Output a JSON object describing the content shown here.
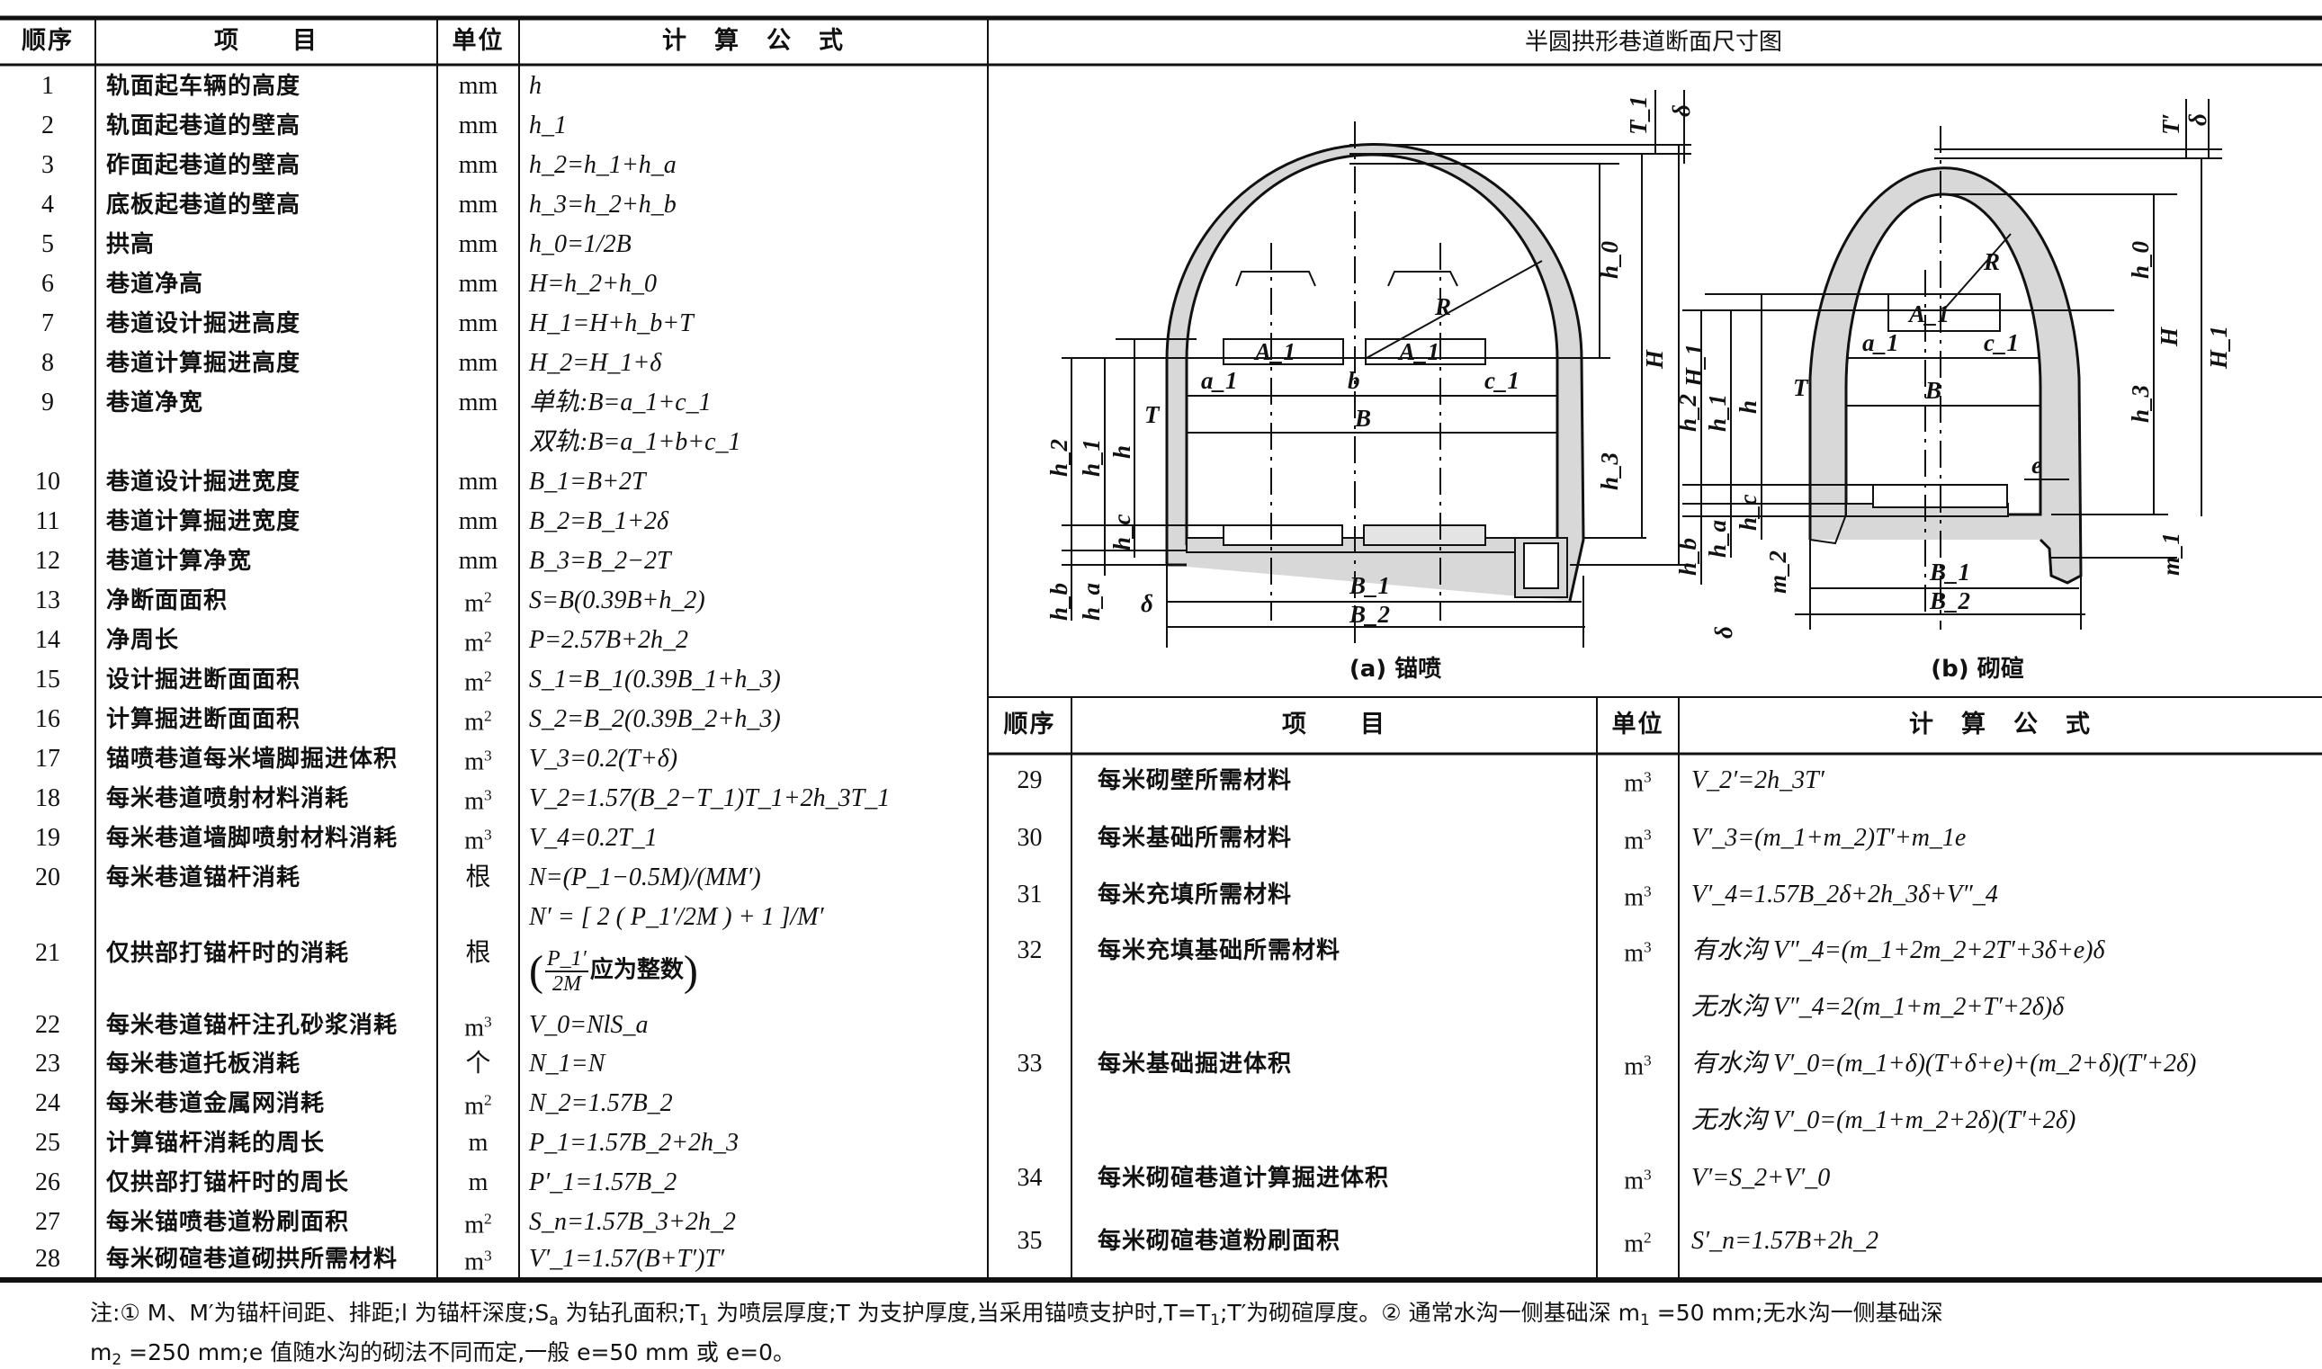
{
  "left_table": {
    "headers": {
      "seq": "顺序",
      "item": "项　　目",
      "unit": "单位",
      "formula": "计　算　公　式"
    },
    "rows": [
      {
        "seq": "1",
        "item": "轨面起车辆的高度",
        "unit": "mm",
        "formula": [
          "h"
        ]
      },
      {
        "seq": "2",
        "item": "轨面起巷道的壁高",
        "unit": "mm",
        "formula": [
          "h_1"
        ]
      },
      {
        "seq": "3",
        "item": "砟面起巷道的壁高",
        "unit": "mm",
        "formula": [
          "h_2=h_1+h_a"
        ]
      },
      {
        "seq": "4",
        "item": "底板起巷道的壁高",
        "unit": "mm",
        "formula": [
          "h_3=h_2+h_b"
        ]
      },
      {
        "seq": "5",
        "item": "拱高",
        "unit": "mm",
        "formula": [
          "h_0=1/2B"
        ]
      },
      {
        "seq": "6",
        "item": "巷道净高",
        "unit": "mm",
        "formula": [
          "H=h_2+h_0"
        ]
      },
      {
        "seq": "7",
        "item": "巷道设计掘进高度",
        "unit": "mm",
        "formula": [
          "H_1=H+h_b+T"
        ]
      },
      {
        "seq": "8",
        "item": "巷道计算掘进高度",
        "unit": "mm",
        "formula": [
          "H_2=H_1+δ"
        ]
      },
      {
        "seq": "9",
        "item": "巷道净宽",
        "unit": "mm",
        "formula": [
          "单轨:B=a_1+c_1",
          "双轨:B=a_1+b+c_1"
        ]
      },
      {
        "seq": "10",
        "item": "巷道设计掘进宽度",
        "unit": "mm",
        "formula": [
          "B_1=B+2T"
        ]
      },
      {
        "seq": "11",
        "item": "巷道计算掘进宽度",
        "unit": "mm",
        "formula": [
          "B_2=B_1+2δ"
        ]
      },
      {
        "seq": "12",
        "item": "巷道计算净宽",
        "unit": "mm",
        "formula": [
          "B_3=B_2−2T"
        ]
      },
      {
        "seq": "13",
        "item": "净断面面积",
        "unit": "m^2",
        "formula": [
          "S=B(0.39B+h_2)"
        ]
      },
      {
        "seq": "14",
        "item": "净周长",
        "unit": "m^2",
        "formula": [
          "P=2.57B+2h_2"
        ]
      },
      {
        "seq": "15",
        "item": "设计掘进断面面积",
        "unit": "m^2",
        "formula": [
          "S_1=B_1(0.39B_1+h_3)"
        ]
      },
      {
        "seq": "16",
        "item": "计算掘进断面面积",
        "unit": "m^2",
        "formula": [
          "S_2=B_2(0.39B_2+h_3)"
        ]
      },
      {
        "seq": "17",
        "item": "锚喷巷道每米墙脚掘进体积",
        "unit": "m^3",
        "formula": [
          "V_3=0.2(T+δ)"
        ]
      },
      {
        "seq": "18",
        "item": "每米巷道喷射材料消耗",
        "unit": "m^3",
        "formula": [
          "V_2=1.57(B_2−T_1)T_1+2h_3T_1"
        ]
      },
      {
        "seq": "19",
        "item": "每米巷道墙脚喷射材料消耗",
        "unit": "m^3",
        "formula": [
          "V_4=0.2T_1"
        ]
      },
      {
        "seq": "20",
        "item": "每米巷道锚杆消耗",
        "unit": "根",
        "formula": [
          "N=(P_1−0.5M)/(MM′)"
        ]
      },
      {
        "seq": "21",
        "item": "仅拱部打锚杆时的消耗",
        "unit": "根",
        "formula": [
          "N′ = [ 2 ( P_1′/2M ) + 1 ]/M′"
        ],
        "fraction": {
          "num": "P_1′",
          "den": "2M",
          "note": "应为整数"
        }
      },
      {
        "seq": "22",
        "item": "每米巷道锚杆注孔砂浆消耗",
        "unit": "m^3",
        "formula": [
          "V_0=NlS_a"
        ]
      },
      {
        "seq": "23",
        "item": "每米巷道托板消耗",
        "unit": "个",
        "formula": [
          "N_1=N"
        ]
      },
      {
        "seq": "24",
        "item": "每米巷道金属网消耗",
        "unit": "m^2",
        "formula": [
          "N_2=1.57B_2"
        ]
      },
      {
        "seq": "25",
        "item": "计算锚杆消耗的周长",
        "unit": "m",
        "formula": [
          "P_1=1.57B_2+2h_3"
        ]
      },
      {
        "seq": "26",
        "item": "仅拱部打锚杆时的周长",
        "unit": "m",
        "formula": [
          "P′_1=1.57B_2"
        ]
      },
      {
        "seq": "27",
        "item": "每米锚喷巷道粉刷面积",
        "unit": "m^2",
        "formula": [
          "S_n=1.57B_3+2h_2"
        ]
      },
      {
        "seq": "28",
        "item": "每米砌碹巷道砌拱所需材料",
        "unit": "m^3",
        "formula": [
          "V′_1=1.57(B+T′)T′"
        ]
      }
    ]
  },
  "right_table": {
    "headers": {
      "seq": "顺序",
      "item": "项　　目",
      "unit": "单位",
      "formula": "计　算　公　式"
    },
    "rows": [
      {
        "seq": "29",
        "item": "每米砌壁所需材料",
        "unit": "m^3",
        "formula": [
          "V_2′=2h_3T′"
        ]
      },
      {
        "seq": "30",
        "item": "每米基础所需材料",
        "unit": "m^3",
        "formula": [
          "V′_3=(m_1+m_2)T′+m_1e"
        ]
      },
      {
        "seq": "31",
        "item": "每米充填所需材料",
        "unit": "m^3",
        "formula": [
          "V′_4=1.57B_2δ+2h_3δ+V″_4"
        ]
      },
      {
        "seq": "32",
        "item": "每米充填基础所需材料",
        "unit": "m^3",
        "formula": [
          "有水沟 V″_4=(m_1+2m_2+2T′+3δ+e)δ",
          "无水沟 V″_4=2(m_1+m_2+T′+2δ)δ"
        ]
      },
      {
        "seq": "33",
        "item": "每米基础掘进体积",
        "unit": "m^3",
        "formula": [
          "有水沟 V′_0=(m_1+δ)(T+δ+e)+(m_2+δ)(T′+2δ)",
          "无水沟 V′_0=(m_1+m_2+2δ)(T′+2δ)"
        ]
      },
      {
        "seq": "34",
        "item": "每米砌碹巷道计算掘进体积",
        "unit": "m^3",
        "formula": [
          "V′=S_2+V′_0"
        ]
      },
      {
        "seq": "35",
        "item": "每米砌碹巷道粉刷面积",
        "unit": "m^2",
        "formula": [
          "S′_n=1.57B+2h_2"
        ]
      }
    ]
  },
  "diagram": {
    "title": "半圆拱形巷道断面尺寸图",
    "caption_a": "(a) 锚喷",
    "caption_b": "(b) 砌碹",
    "labels_a": {
      "T1": "T_1",
      "delta_top": "δ",
      "h0": "h_0",
      "H": "H",
      "H1": "H_1",
      "h3": "h_3",
      "R": "R",
      "A1_left": "A_1",
      "A1_right": "A_1",
      "a1": "a_1",
      "b": "b",
      "c1": "c_1",
      "B": "B",
      "T": "T",
      "h2": "h_2",
      "h1": "h_1",
      "h": "h",
      "hc": "h_c",
      "hb": "h_b",
      "ha": "h_a",
      "delta_bottom": "δ",
      "B1": "B_1",
      "B2": "B_2"
    },
    "labels_b": {
      "Tp": "T′",
      "delta_top": "δ",
      "h0": "h_0",
      "H": "H",
      "H1": "H_1",
      "h3": "h_3",
      "R": "R",
      "A1": "A_1",
      "a1": "a_1",
      "c1": "c_1",
      "B": "B",
      "T": "T",
      "h2": "h_2",
      "h1": "h_1",
      "h": "h",
      "e": "e",
      "m1": "m_1",
      "hb": "h_b",
      "ha": "h_a",
      "hc": "h_c",
      "m2": "m_2",
      "delta_bottom": "δ",
      "B1": "B_1",
      "B2": "B_2"
    }
  },
  "notes": [
    "注:① M、M′为锚杆间距、排距;l 为锚杆深度;S_a 为钻孔面积;T_1 为喷层厚度;T 为支护厚度,当采用锚喷支护时,T=T_1;T′为砌碹厚度。② 通常水沟一侧基础深 m_1 =50 mm;无水沟一侧基础深",
    "m_2 =250 mm;e 值随水沟的砌法不同而定,一般 e=50 mm 或 e=0。"
  ]
}
